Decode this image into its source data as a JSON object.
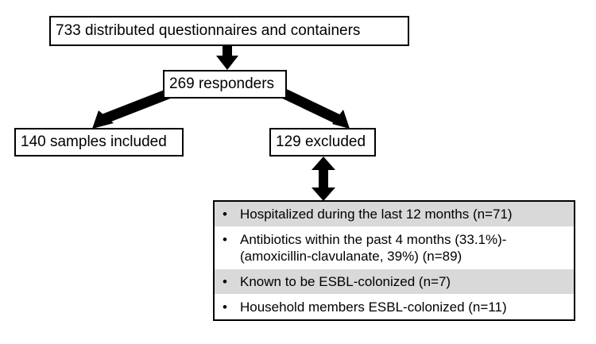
{
  "flow": {
    "distributed": "733 distributed questionnaires and containers",
    "responders": "269 responders",
    "included": "140 samples included",
    "excluded": "129 excluded"
  },
  "exclusion_reasons": [
    {
      "lines": [
        "Hospitalized during the last 12 months (n=71)"
      ]
    },
    {
      "lines": [
        "Antibiotics within the past 4 months (33.1%)-",
        "(amoxicillin-clavulanate, 39%)  (n=89)"
      ]
    },
    {
      "lines": [
        "Known to be ESBL-colonized (n=7)"
      ]
    },
    {
      "lines": [
        "Household members ESBL-colonized (n=11)"
      ]
    }
  ],
  "bullet_symbol": "•",
  "colors": {
    "border": "#000000",
    "shaded_row": "#d9d9d9",
    "arrow": "#000000"
  }
}
